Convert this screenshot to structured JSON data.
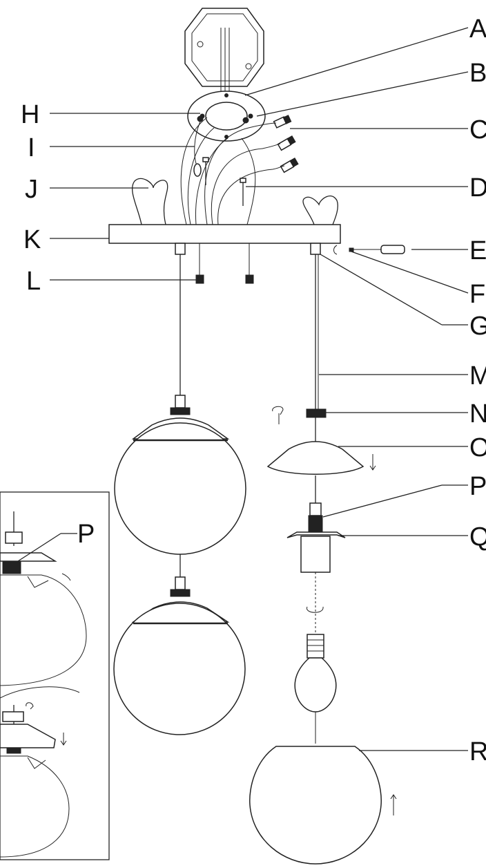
{
  "diagram": {
    "labels": {
      "A": "A",
      "B": "B",
      "C": "C",
      "D": "D",
      "E": "E",
      "F": "F",
      "G": "G",
      "H": "H",
      "I": "I",
      "J": "J",
      "K": "K",
      "L": "L",
      "M": "M",
      "N": "N",
      "O": "O",
      "P": "P",
      "Q": "Q",
      "R": "R"
    },
    "inset": {
      "label_P": "P"
    }
  }
}
